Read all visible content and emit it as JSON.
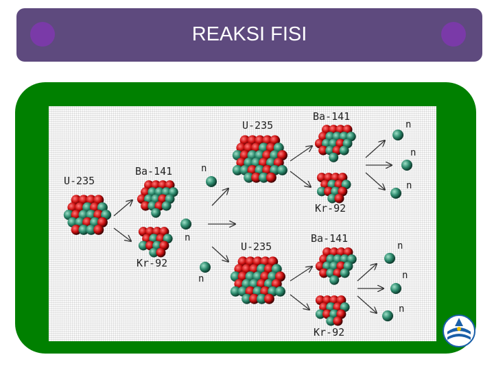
{
  "slide": {
    "title": "REAKSI FISI"
  },
  "diagram": {
    "u235": "U-235",
    "ba141": "Ba-141",
    "kr92": "Kr-92",
    "neutron": "n"
  },
  "colors": {
    "title_bar": "#5e4a7e",
    "frame": "#008000",
    "proton": "#cc1111",
    "neutron": "#2e8b6e"
  },
  "icons": [
    "university-logo-icon"
  ]
}
